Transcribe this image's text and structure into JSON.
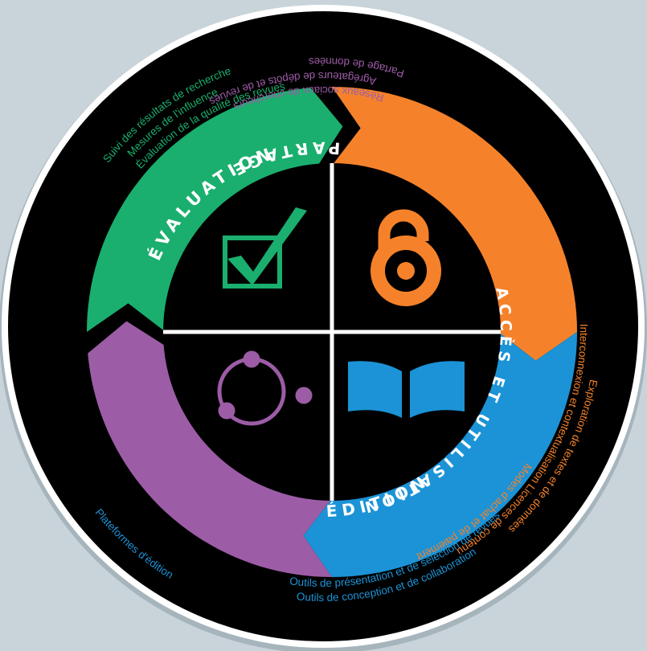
{
  "segments": [
    {
      "key": "evaluation",
      "title": "ÉVALUATION",
      "color": "#1aaf6e",
      "icon": "checkbox-check-icon",
      "labels": [
        "Suivi des résultats de recherche",
        "Mesures de l'influence",
        "Évaluation de la qualité des revues"
      ]
    },
    {
      "key": "acces",
      "title": "ACCÈS ET UTILISATION",
      "color": "#f5822a",
      "icon": "open-access-lock-icon",
      "labels": [
        "Exploration de textes et de données",
        "Interconnexion et contextualisation  Licences de contenu",
        "Modes d'achat et de paiement"
      ]
    },
    {
      "key": "edition",
      "title": "ÉDITION",
      "color": "#1b93d6",
      "icon": "open-book-icon",
      "labels": [
        "Outils de conception et de collaboration",
        "Outils de présentation et de sélection de revues",
        "Méthodes d'examen par les pairs",
        "Plateformes d'édition"
      ]
    },
    {
      "key": "partage",
      "title": "PARTAGE",
      "color": "#9c5ca6",
      "icon": "share-network-icon",
      "labels": [
        "Partage de données",
        "Agrégateurs de dépôts et de revues",
        "Réseaux sociaux de chercheurs"
      ]
    }
  ]
}
